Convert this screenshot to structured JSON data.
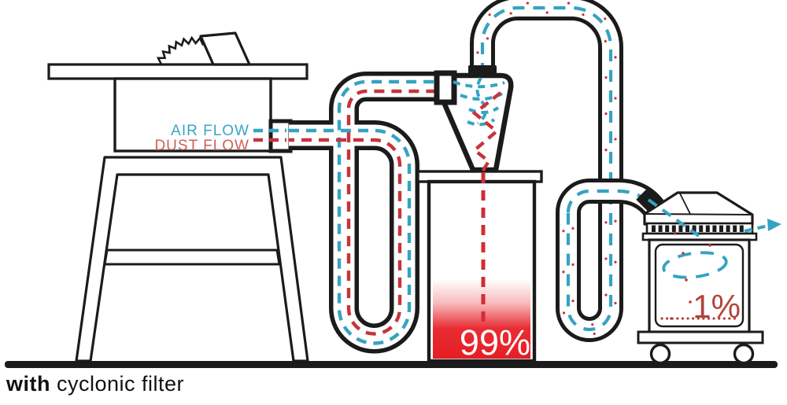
{
  "caption": {
    "bold": "with",
    "rest": " cyclonic filter"
  },
  "legend": {
    "air": "AIR FLOW",
    "dust": "DUST FLOW"
  },
  "bin": {
    "percent": "99%"
  },
  "vac": {
    "percent": "1%"
  },
  "colors": {
    "outline": "#1b1b1b",
    "air_flow_blue": "#35a3c2",
    "air_label_blue": "#3ba4c4",
    "dust_flow_red": "#c8333b",
    "dust_label_red": "#cc6257",
    "bin_fill_red": "#e61d24",
    "residual_red": "#b2443a"
  }
}
